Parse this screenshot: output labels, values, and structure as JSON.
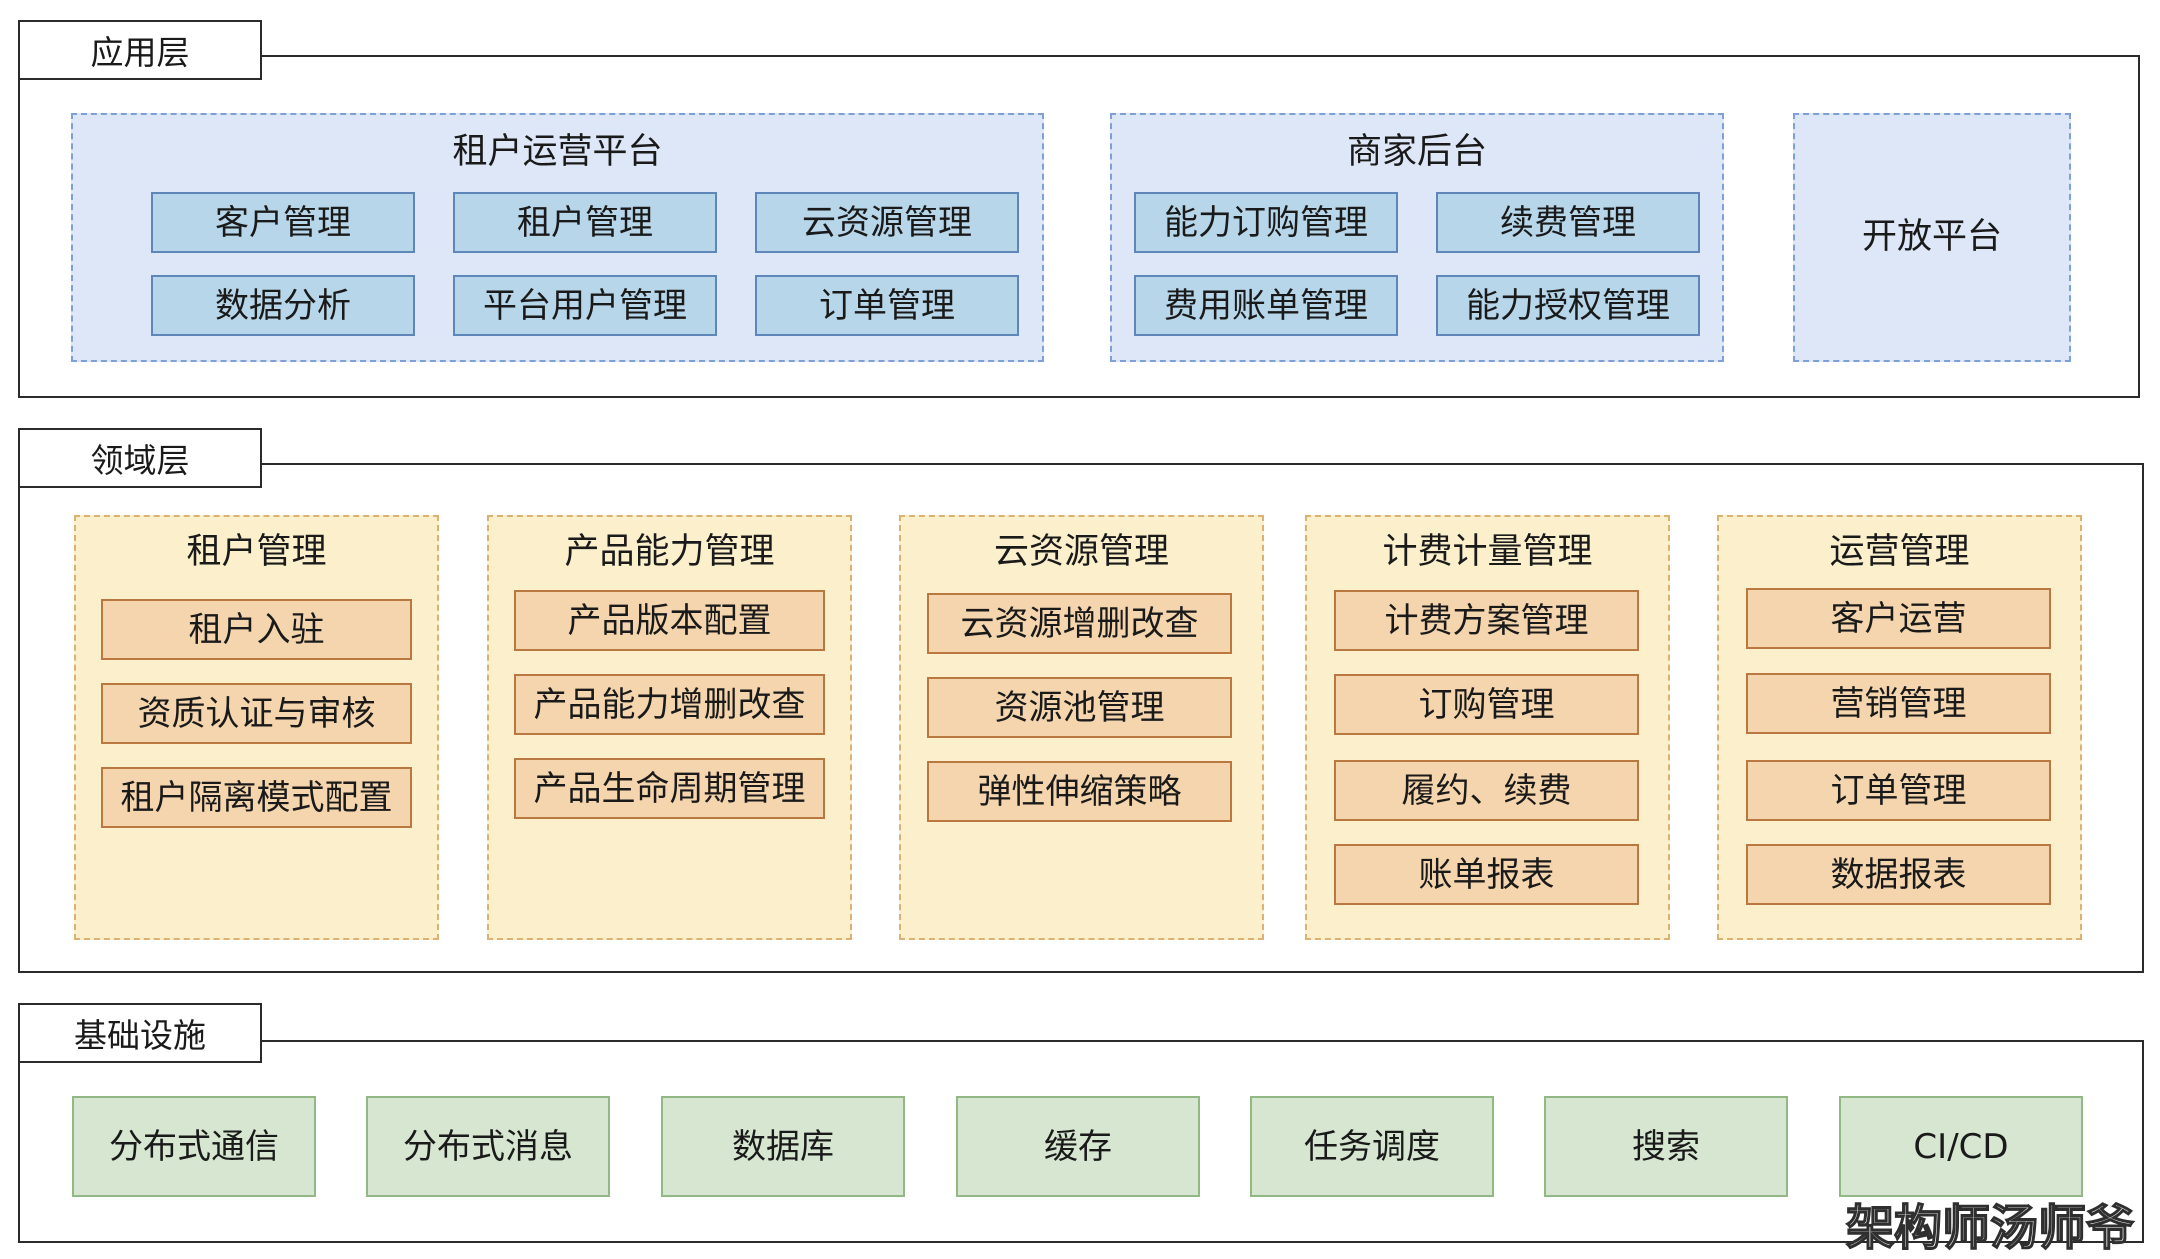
{
  "layers": {
    "application": {
      "title": "应用层",
      "tenant_platform": {
        "title": "租户运营平台",
        "items": [
          "客户管理",
          "租户管理",
          "云资源管理",
          "数据分析",
          "平台用户管理",
          "订单管理"
        ]
      },
      "merchant_backend": {
        "title": "商家后台",
        "items": [
          "能力订购管理",
          "续费管理",
          "费用账单管理",
          "能力授权管理"
        ]
      },
      "open_platform": {
        "title": "开放平台"
      }
    },
    "domain": {
      "title": "领域层",
      "groups": [
        {
          "title": "租户管理",
          "items": [
            "租户入驻",
            "资质认证与审核",
            "租户隔离模式配置"
          ]
        },
        {
          "title": "产品能力管理",
          "items": [
            "产品版本配置",
            "产品能力增删改查",
            "产品生命周期管理"
          ]
        },
        {
          "title": "云资源管理",
          "items": [
            "云资源增删改查",
            "资源池管理",
            "弹性伸缩策略"
          ]
        },
        {
          "title": "计费计量管理",
          "items": [
            "计费方案管理",
            "订购管理",
            "履约、续费",
            "账单报表"
          ]
        },
        {
          "title": "运营管理",
          "items": [
            "客户运营",
            "营销管理",
            "订单管理",
            "数据报表"
          ]
        }
      ]
    },
    "infrastructure": {
      "title": "基础设施",
      "items": [
        "分布式通信",
        "分布式消息",
        "数据库",
        "缓存",
        "任务调度",
        "搜索",
        "CI/CD"
      ]
    }
  },
  "watermark": "架构师汤师爷",
  "colors": {
    "app_group_fill": "#dde7f7",
    "app_box_fill": "#b7d6ea",
    "domain_group_fill": "#fbefcc",
    "domain_box_fill": "#f5d5ad",
    "infra_box_fill": "#d6e6d1"
  }
}
